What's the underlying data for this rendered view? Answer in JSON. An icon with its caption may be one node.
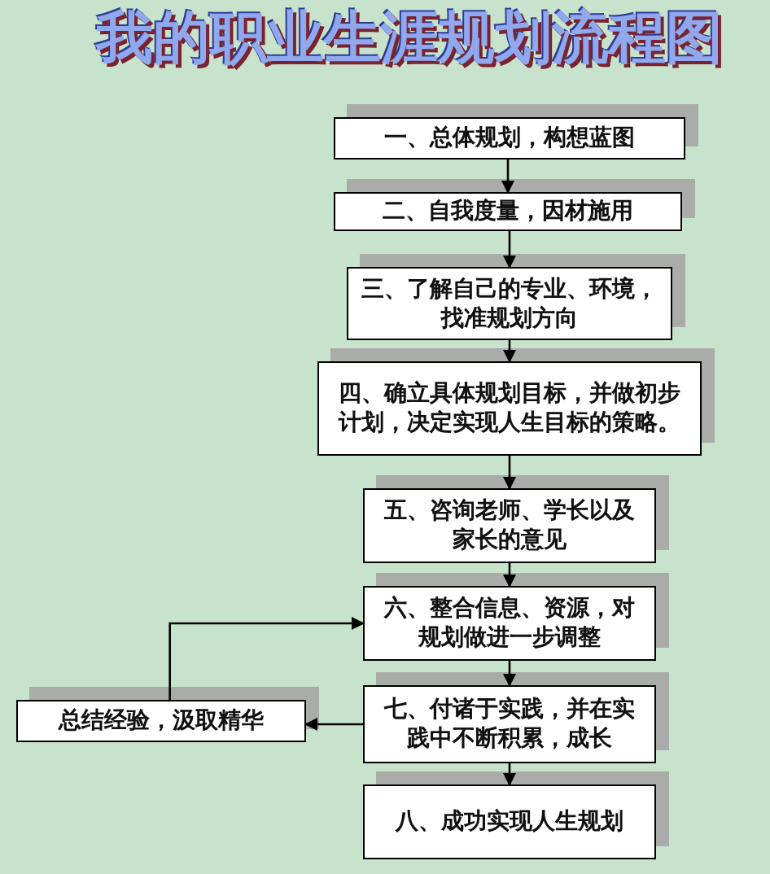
{
  "diagram": {
    "title": "我的职业生涯规划流程图",
    "nodes": [
      {
        "text": [
          "一、总体规划，构想蓝图"
        ]
      },
      {
        "text": [
          "二、自我度量，因材施用"
        ]
      },
      {
        "text": [
          "三、了解自己的专业、环境，找准规划方向"
        ]
      },
      {
        "text": [
          "四、确立具体规划目标，并做初步计划，决定实现人生目标的策略。"
        ]
      },
      {
        "text": [
          "五、咨询老师、学长以及家长的意见"
        ]
      },
      {
        "text": [
          "六、整合信息、资源，对规划做进一步调整"
        ]
      },
      {
        "text": [
          "七、付诸于实践，并在实践中不断积累，成长"
        ]
      },
      {
        "text": [
          "总结经验，汲取精华"
        ]
      },
      {
        "text": [
          "八、成功实现人生规划"
        ]
      }
    ],
    "edges": [
      {
        "from": 0,
        "to": 1,
        "arrow": "to"
      },
      {
        "from": 1,
        "to": 2,
        "arrow": "to"
      },
      {
        "from": 2,
        "to": 3,
        "arrow": "to"
      },
      {
        "from": 3,
        "to": 4,
        "arrow": "to"
      },
      {
        "from": 4,
        "to": 5,
        "arrow": "to"
      },
      {
        "from": 5,
        "to": 6,
        "arrow": "to"
      },
      {
        "from": 6,
        "to": 7,
        "arrow": "to"
      },
      {
        "from": 6,
        "to": 8,
        "arrow": "to"
      },
      {
        "from": 7,
        "to": 5,
        "arrow": "to"
      }
    ]
  }
}
